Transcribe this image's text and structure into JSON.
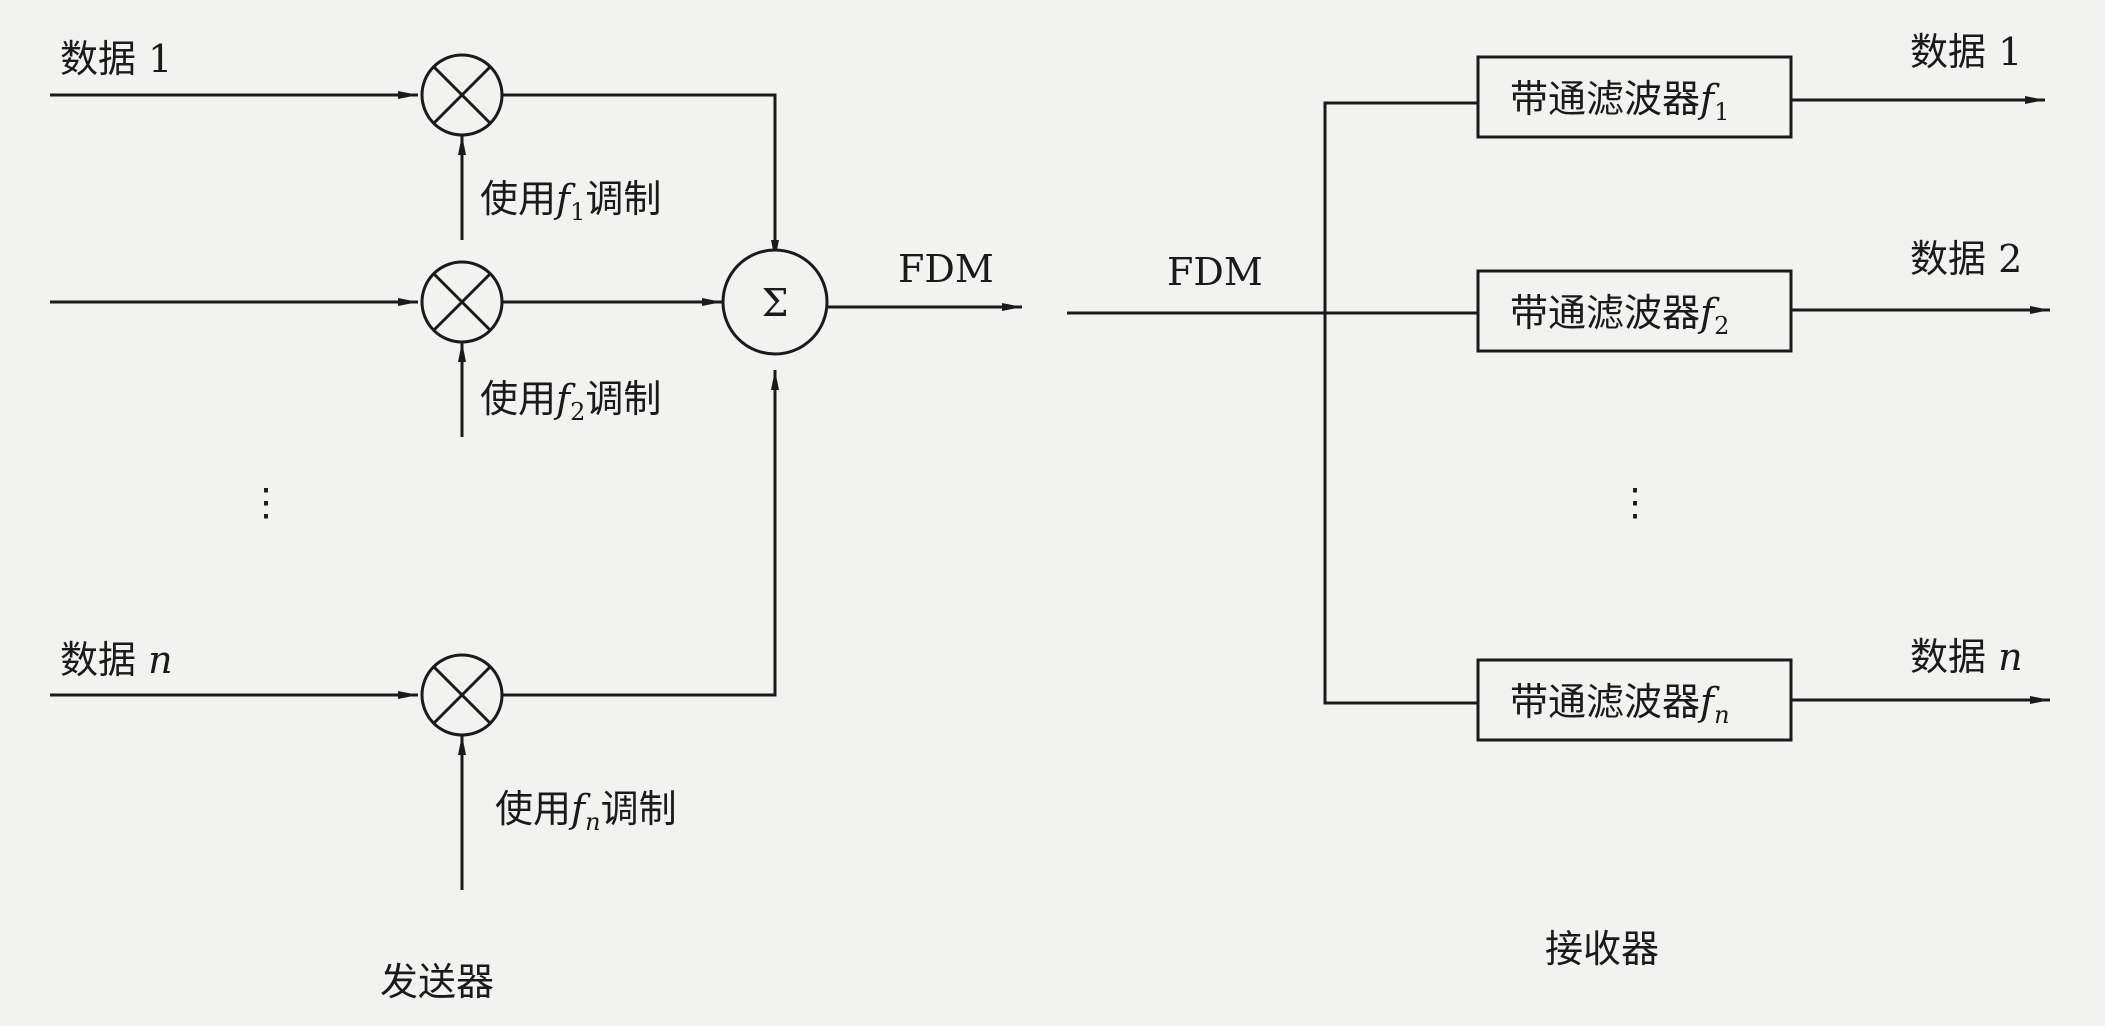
{
  "transmitter": {
    "label": "发送器",
    "inputs": [
      "数据 1",
      "",
      "数据 "
    ],
    "input_var": "n",
    "modulation": {
      "prefix": "使用",
      "suffix": "调制",
      "freq_symbol": "f",
      "subscripts": [
        "1",
        "2",
        "n"
      ]
    },
    "sum_symbol": "Σ",
    "ellipsis": "⋮",
    "output": "FDM"
  },
  "receiver": {
    "label": "接收器",
    "input": "FDM",
    "filter_name": "带通滤波器",
    "freq_symbol": "f",
    "subscripts": [
      "1",
      "2",
      "n"
    ],
    "outputs": [
      "数据 1",
      "数据 2",
      "数据 "
    ],
    "output_var": "n",
    "ellipsis": "⋮"
  },
  "colors": {
    "ink": "#1a1a1a",
    "paper": "#f2f2f0"
  }
}
